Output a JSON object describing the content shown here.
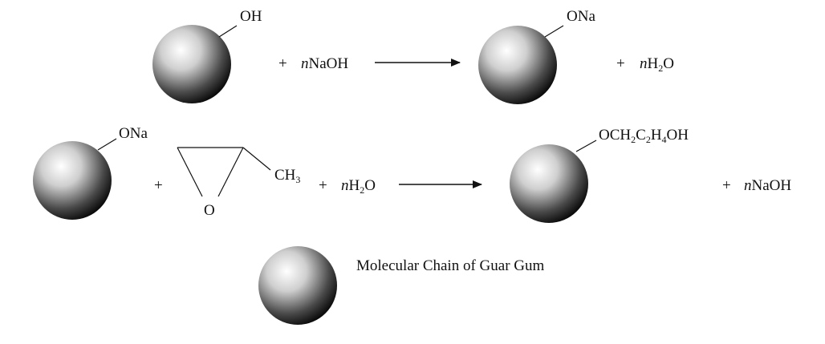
{
  "reaction1": {
    "reactant_group": "OH",
    "plus1": "+",
    "reagent_coef": "n",
    "reagent": "NaOH",
    "product_group": "ONa",
    "plus2": "+",
    "byproduct_coef": "n",
    "byproduct_h": "H",
    "byproduct_sub": "2",
    "byproduct_o": "O"
  },
  "reaction2": {
    "reactant_group": "ONa",
    "plus1": "+",
    "epoxide_o": "O",
    "methyl": "CH",
    "methyl_sub": "3",
    "plus2": "+",
    "water_coef": "n",
    "water_h": "H",
    "water_sub": "2",
    "water_o": "O",
    "product_p1": "OCH",
    "product_s1": "2",
    "product_p2": "C",
    "product_s2": "2",
    "product_p3": "H",
    "product_s3": "4",
    "product_p4": "OH",
    "plus3": "+",
    "byproduct_coef": "n",
    "byproduct": "NaOH"
  },
  "legend": {
    "label": "Molecular Chain of Guar Gum"
  }
}
